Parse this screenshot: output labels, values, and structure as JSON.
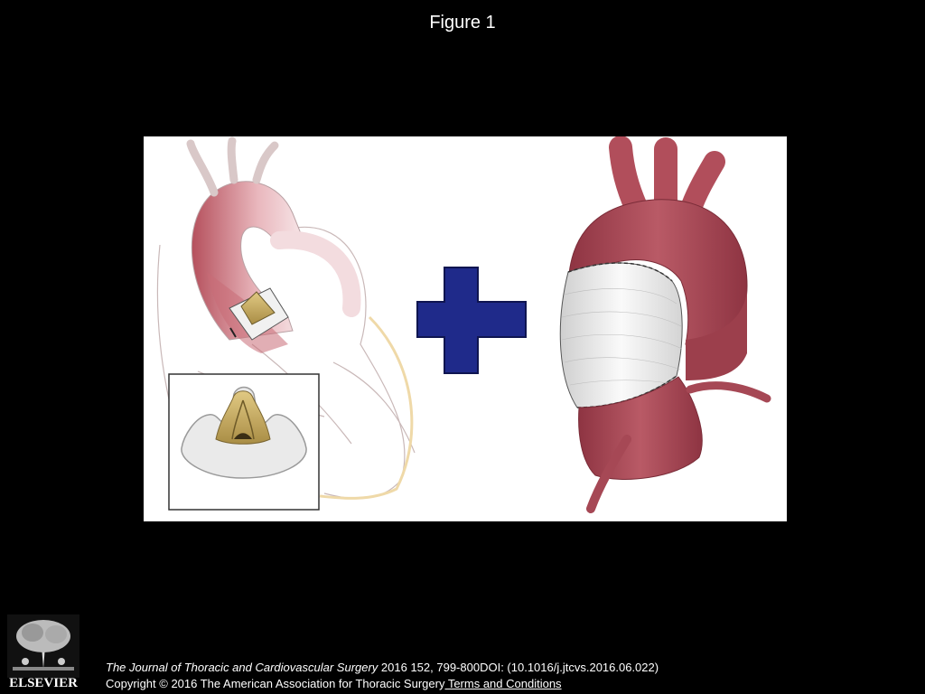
{
  "figure": {
    "title": "Figure 1"
  },
  "colors": {
    "background": "#000000",
    "aorta": "#a8434f",
    "aorta_light": "#e7b3b9",
    "graft": "#e8e8e8",
    "valve_gold": "#c8ac62",
    "plus_sign": "#1f2a8a"
  },
  "icons": {
    "publisher_logo": "elsevier-tree-logo",
    "operator": "plus-icon"
  },
  "publisher": {
    "name": "ELSEVIER"
  },
  "citation": {
    "journal": "The Journal of Thoracic and Cardiovascular Surgery",
    "details": " 2016 152, 799-800DOI: (10.1016/j.jtcvs.2016.06.022)"
  },
  "copyright": {
    "text": "Copyright © 2016 The American Association for Thoracic Surgery",
    "link_label": " Terms and Conditions"
  }
}
